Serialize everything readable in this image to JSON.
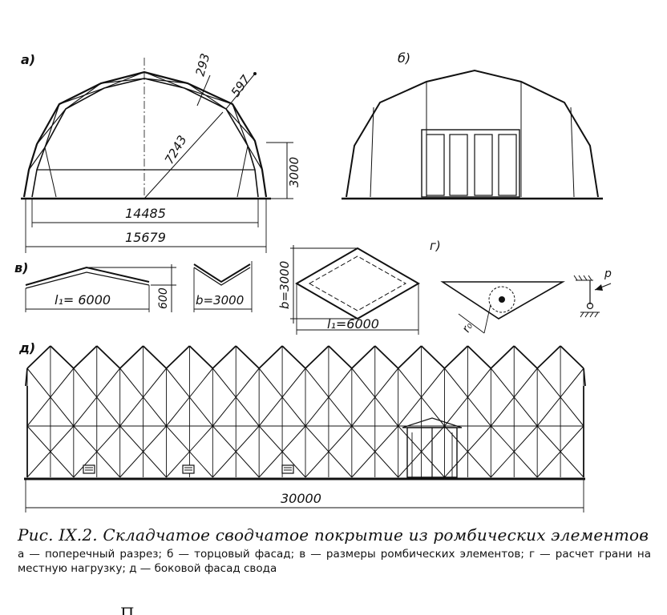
{
  "panels": {
    "a": {
      "label": "а)",
      "dim_total": "15679",
      "dim_span": "14485",
      "dim_height": "3000",
      "dim_radius": "7243",
      "dim_293": "293",
      "dim_597": "597"
    },
    "b": {
      "label": "б)"
    },
    "v": {
      "label": "в)",
      "dim_l1": "l₁= 6000",
      "dim_600": "600",
      "dim_b": "b=3000"
    },
    "g": {
      "label": "г)",
      "dim_b": "b=3000",
      "dim_l1": "l₁=6000",
      "r0": "r₀",
      "p": "p"
    },
    "d": {
      "label": "д)",
      "dim_length": "30000"
    }
  },
  "caption": {
    "title": "Рис. IX.2. Складчатое сводчатое покрытие из ромбических элементов",
    "body": "а — поперечный разрез; б — торцовый фасад; в — размеры ромбических элементов; г — расчет грани на местную нагрузку; д — боковой фасад свода"
  },
  "next_text": "П"
}
